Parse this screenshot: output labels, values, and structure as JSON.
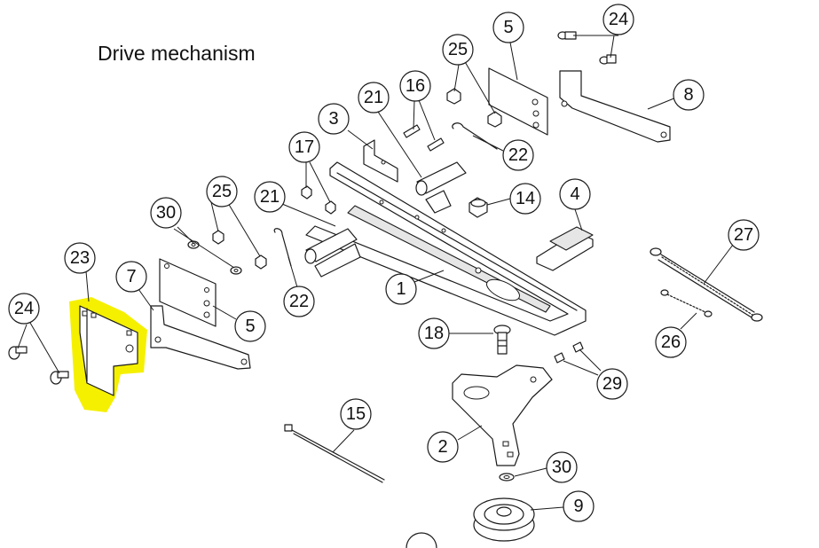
{
  "title": "Drive mechanism",
  "highlight_color": "#f5f000",
  "callouts": {
    "c24a": "24",
    "c5a": "5",
    "c25a": "25",
    "c16": "16",
    "c8": "8",
    "c21a": "21",
    "c3": "3",
    "c22a": "22",
    "c17": "17",
    "c14": "14",
    "c4": "4",
    "c25b": "25",
    "c30a": "30",
    "c21b": "21",
    "c27": "27",
    "c23": "23",
    "c7": "7",
    "c22b": "22",
    "c1": "1",
    "c24b": "24",
    "c5b": "5",
    "c18": "18",
    "c26": "26",
    "c29": "29",
    "c15": "15",
    "c2": "2",
    "c30b": "30",
    "c9": "9"
  }
}
